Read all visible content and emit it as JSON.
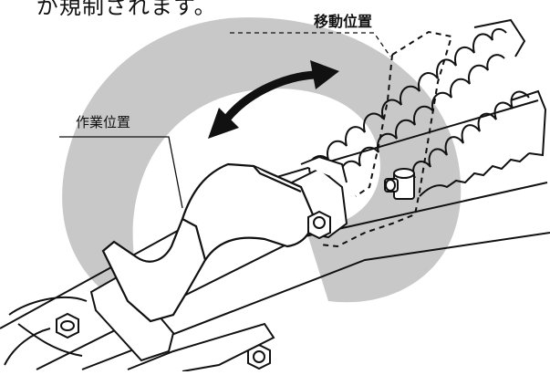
{
  "caption_fragment": "が規制されます。",
  "labels": {
    "travel_position": "移動位置",
    "work_position": "作業位置"
  },
  "colors": {
    "line": "#111111",
    "watermark": "#c8c8c8",
    "background": "#ffffff"
  },
  "icons": {
    "watermark": "large-grey-ring-watermark",
    "direction_arrow": "double-headed-curved-arrow"
  }
}
